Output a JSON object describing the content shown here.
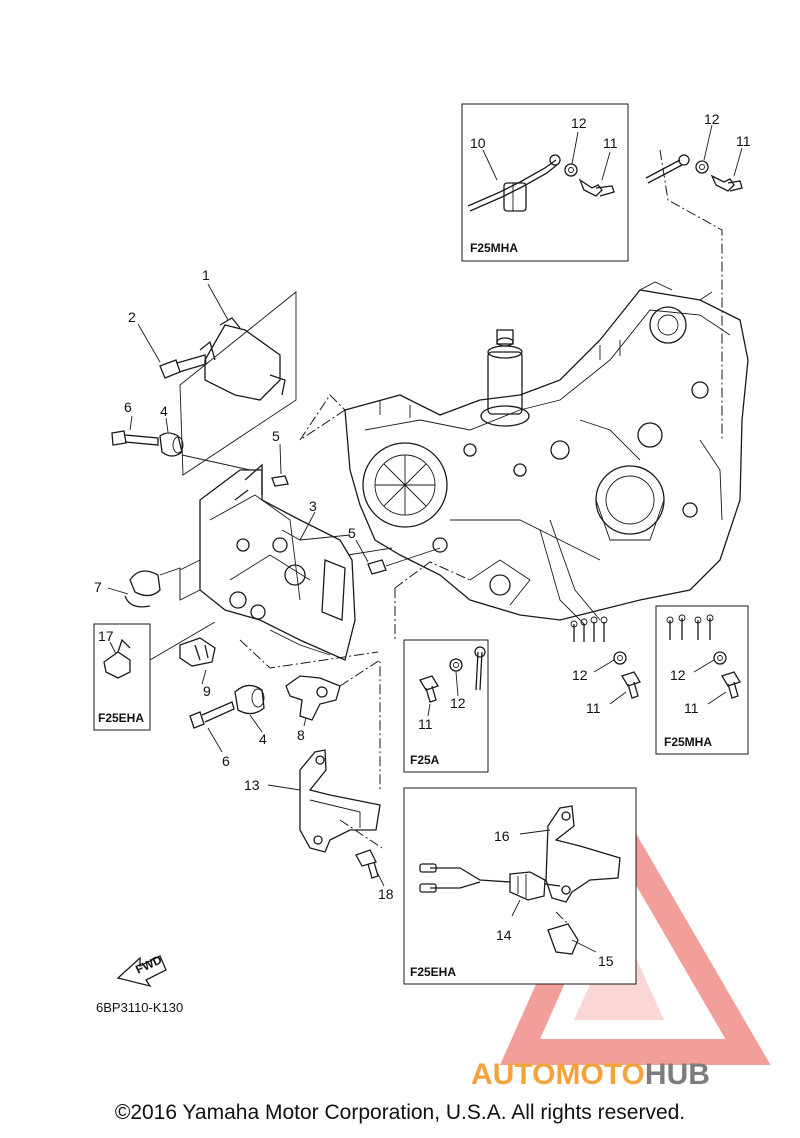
{
  "diagram": {
    "drawing_code": "6BP3110-K130",
    "fwd_label": "FWD",
    "copyright": "©2016 Yamaha Motor Corporation, U.S.A. All rights reserved.",
    "callouts": {
      "c1": "1",
      "c2": "2",
      "c3": "3",
      "c4a": "4",
      "c4b": "4",
      "c5a": "5",
      "c5b": "5",
      "c6a": "6",
      "c6b": "6",
      "c7": "7",
      "c8": "8",
      "c9": "9",
      "c10": "10",
      "c11a": "11",
      "c11b": "11",
      "c11c": "11",
      "c11d": "11",
      "c11e": "11",
      "c12a": "12",
      "c12b": "12",
      "c12c": "12",
      "c12d": "12",
      "c12e": "12",
      "c13": "13",
      "c14": "14",
      "c15": "15",
      "c16": "16",
      "c17": "17",
      "c18": "18"
    },
    "variant_boxes": {
      "box_top": "F25MHA",
      "box_right": "F25MHA",
      "box_f25a": "F25A",
      "box_left": "F25EHA",
      "box_bottom": "F25EHA"
    }
  },
  "watermark": {
    "part1": "AUTOMOTO",
    "part2": "HUB",
    "colors": {
      "triangle": "#e8504a",
      "text_primary": "#f4a33c",
      "text_secondary": "#7d7d7d"
    }
  }
}
